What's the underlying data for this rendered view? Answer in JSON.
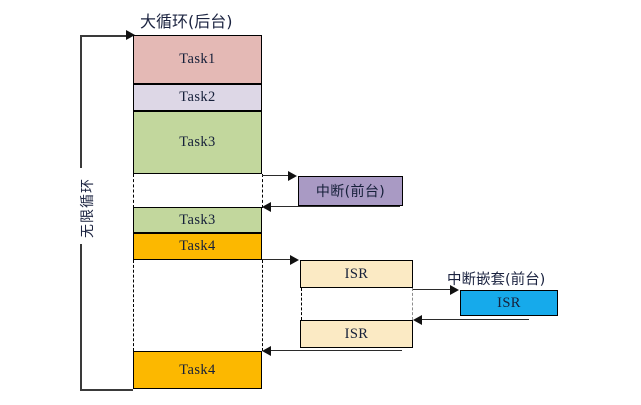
{
  "diagram": {
    "title_background_loop": "大循环(后台)",
    "label_infinite_loop": "无限循环",
    "label_interrupt_foreground": "中断(前台)",
    "label_nested_interrupt_foreground": "中断嵌套(前台)"
  },
  "colors": {
    "task1": "#e4b9b5",
    "task2": "#ddd7e6",
    "task3": "#c2d79d",
    "task4": "#fcb800",
    "isr": "#fbeac4",
    "isr_nested": "#16aaeb",
    "interrupt": "#a99ac4",
    "line": "#2b2b2b",
    "background": "#ffffff"
  },
  "background_loop_blocks": [
    {
      "label": "Task1",
      "style": "task1"
    },
    {
      "label": "Task2",
      "style": "task2"
    },
    {
      "label": "Task3",
      "style": "task3"
    },
    {
      "label": "Task3",
      "style": "task3"
    },
    {
      "label": "Task4",
      "style": "task4"
    },
    {
      "label": "Task4",
      "style": "task4"
    }
  ],
  "foreground_blocks": [
    {
      "label": "中断(前台)",
      "text": "中断(前台)",
      "style": "interrupt"
    },
    {
      "label": "ISR",
      "text": "ISR",
      "style": "isr"
    },
    {
      "label": "ISR",
      "text": "ISR",
      "style": "isr"
    },
    {
      "label": "ISR",
      "text": "ISR",
      "style": "isr_nested"
    }
  ],
  "isr_boxes": {
    "first": "ISR",
    "second": "ISR",
    "nested": "ISR"
  }
}
